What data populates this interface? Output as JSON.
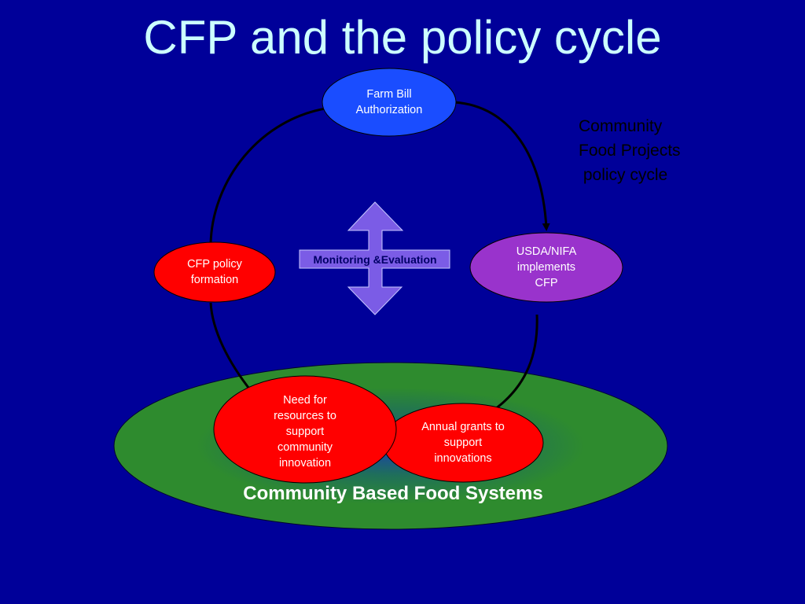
{
  "title": "CFP and the policy cycle",
  "side_note": "Community\nFood Projects\n policy cycle",
  "base": {
    "label": "Community Based Food Systems",
    "color": "#2e8b2e"
  },
  "center": {
    "label": "Monitoring &Evaluation",
    "color": "#7b5ce6"
  },
  "nodes": {
    "farm_bill": {
      "label": "Farm Bill\nAuthorization",
      "color": "#1a4dff"
    },
    "usda": {
      "label": "USDA/NIFA\nimplements\nCFP",
      "color": "#9933cc"
    },
    "cfp_policy": {
      "label": "CFP policy\nformation",
      "color": "#ff0000"
    },
    "need": {
      "label": "Need for\nresources to\nsupport\ncommunity\ninnovation",
      "color": "#ff0000"
    },
    "grants": {
      "label": "Annual grants to\nsupport\ninnovations",
      "color": "#ff0000"
    }
  },
  "colors": {
    "background": "#000099",
    "title": "#ccffff"
  }
}
